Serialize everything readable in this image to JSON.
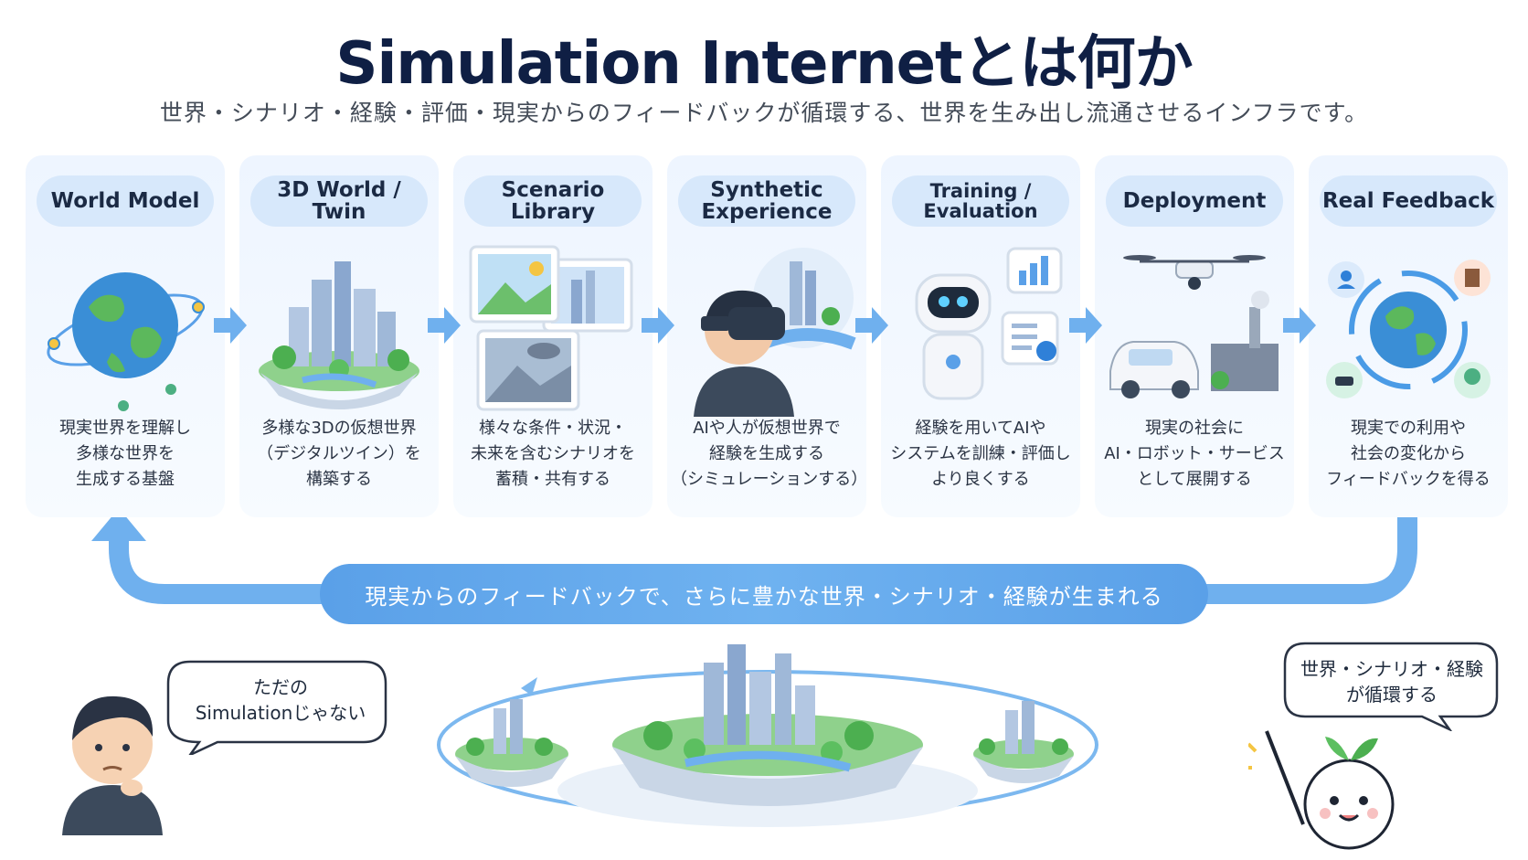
{
  "header": {
    "title": "Simulation Internetとは何か",
    "subtitle": "世界・シナリオ・経験・評価・現実からのフィードバックが循環する、世界を生み出し流通させるインフラです。"
  },
  "stages": [
    {
      "title": "World Model",
      "desc": [
        "現実世界を理解し",
        "多様な世界を",
        "生成する基盤"
      ]
    },
    {
      "title": "3D World / Twin",
      "desc": [
        "多様な3Dの仮想世界",
        "（デジタルツイン）を",
        "構築する"
      ]
    },
    {
      "title": "Scenario Library",
      "desc": [
        "様々な条件・状況・",
        "未来を含むシナリオを",
        "蓄積・共有する"
      ]
    },
    {
      "title": "Synthetic Experience",
      "desc": [
        "AIや人が仮想世界で",
        "経験を生成する",
        "（シミュレーションする）"
      ]
    },
    {
      "title": "Training / Evaluation",
      "desc": [
        "経験を用いてAIや",
        "システムを訓練・評価し",
        "より良くする"
      ]
    },
    {
      "title": "Deployment",
      "desc": [
        "現実の社会に",
        "AI・ロボット・サービス",
        "として展開する"
      ]
    },
    {
      "title": "Real Feedback",
      "desc": [
        "現実での利用や",
        "社会の変化から",
        "フィードバックを得る"
      ]
    }
  ],
  "feedback_banner": "現実からのフィードバックで、さらに豊かな世界・シナリオ・経験が生まれる",
  "bubbles": {
    "left": [
      "ただの",
      "Simulationじゃない"
    ],
    "right": [
      "世界・シナリオ・経験",
      "が循環する"
    ]
  },
  "colors": {
    "accent": "#5aa0e8",
    "title": "#0f1f44",
    "card": "#eef5ff",
    "pill": "#d7e8fb"
  },
  "icons": [
    "globe-icon",
    "city-island-icon",
    "scenario-images-icon",
    "vr-person-icon",
    "robot-icon",
    "drone-car-factory-icon",
    "feedback-cycle-icon"
  ]
}
